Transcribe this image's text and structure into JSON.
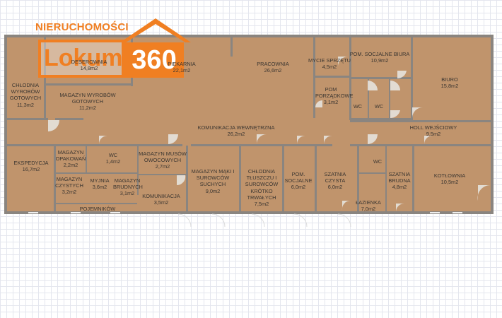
{
  "logo": {
    "tagline": "NIERUCHOMOŚCI",
    "word": "Lokum",
    "number": "360",
    "color": "#f07f22"
  },
  "colors": {
    "floor": "#c0946c",
    "wall": "#8a8580",
    "text": "#3b3631",
    "grid": "#e4e6ee"
  },
  "rooms": [
    {
      "id": "deserownia",
      "name": "DESEROWNIA",
      "area": "14,8m2"
    },
    {
      "id": "piekarnia",
      "name": "PIEKARNIA",
      "area": "22,1m2"
    },
    {
      "id": "pracownia",
      "name": "PRACOWNIA",
      "area": "26,6m2"
    },
    {
      "id": "mycie",
      "name": "MYCIE SPRZĘTU",
      "area": "4,5m2"
    },
    {
      "id": "socjalne-biura",
      "name": "POM. SOCJALNE BIURA",
      "area": "10,9m2"
    },
    {
      "id": "biuro",
      "name": "BIURO",
      "area": "15,8m2"
    },
    {
      "id": "chlodnia-wyrobow",
      "name": "CHŁODNIA WYROBÓW GOTOWYCH",
      "area": "11,3m2"
    },
    {
      "id": "magazyn-wyrobow",
      "name": "MAGAZYN WYROBÓW GOTOWYCH",
      "area": "11,2m2"
    },
    {
      "id": "porzadkowe",
      "name": "POM PORZĄDKOWE",
      "area": "3,1m2"
    },
    {
      "id": "wc1",
      "name": "WC",
      "area": ""
    },
    {
      "id": "wc2",
      "name": "WC",
      "area": ""
    },
    {
      "id": "komunikacja-wew",
      "name": "KOMUNIKACJA WEWNĘTRZNA",
      "area": "26,2m2"
    },
    {
      "id": "hall",
      "name": "HOLL WEJŚCIOWY",
      "area": "9,5m2"
    },
    {
      "id": "ekspedycja",
      "name": "EKSPEDYCJA",
      "area": "16,7m2"
    },
    {
      "id": "mag-opakowan",
      "name": "MAGAZYN OPAKOWAŃ",
      "area": "2,2m2"
    },
    {
      "id": "wc-small",
      "name": "WC",
      "area": "1,4m2"
    },
    {
      "id": "mag-musow",
      "name": "MAGAZYN MUSÓW OWOCOWYCH",
      "area": "2,7m2"
    },
    {
      "id": "mag-maki",
      "name": "MAGAZYN MĄKI I SUROWCÓW SUCHYCH",
      "area": "9,0m2"
    },
    {
      "id": "chlodnia-tluszczu",
      "name": "CHŁODNIA TŁUSZCZU I SUROWCÓW KRÓTKO TRWAŁYCH",
      "area": "7,5m2"
    },
    {
      "id": "pom-socjalne",
      "name": "POM. SOCJALNE",
      "area": "6,0m2"
    },
    {
      "id": "szatnia-czysta",
      "name": "SZATNIA CZYSTA",
      "area": "6,0m2"
    },
    {
      "id": "wc3",
      "name": "WC",
      "area": ""
    },
    {
      "id": "lazienka",
      "name": "ŁAZIENKA",
      "area": "7,0m2"
    },
    {
      "id": "szatnia-brudna",
      "name": "SZATNIA BRUDNA",
      "area": "4,8m2"
    },
    {
      "id": "kotlownia",
      "name": "KOTŁOWNIA",
      "area": "10,5m2"
    },
    {
      "id": "mag-czystych",
      "name": "MAGAZYN CZYSTYCH",
      "area": "3,2m2"
    },
    {
      "id": "myjnia",
      "name": "MYJNIA",
      "area": "3,6m2"
    },
    {
      "id": "mag-brudnych",
      "name": "MAGAZYN BRUDNYCH",
      "area": "3,1m2"
    },
    {
      "id": "komunikacja",
      "name": "KOMUNIKACJA",
      "area": "3,5m2"
    },
    {
      "id": "pojemnikow",
      "name": "POJEMNIKÓW",
      "area": ""
    }
  ]
}
